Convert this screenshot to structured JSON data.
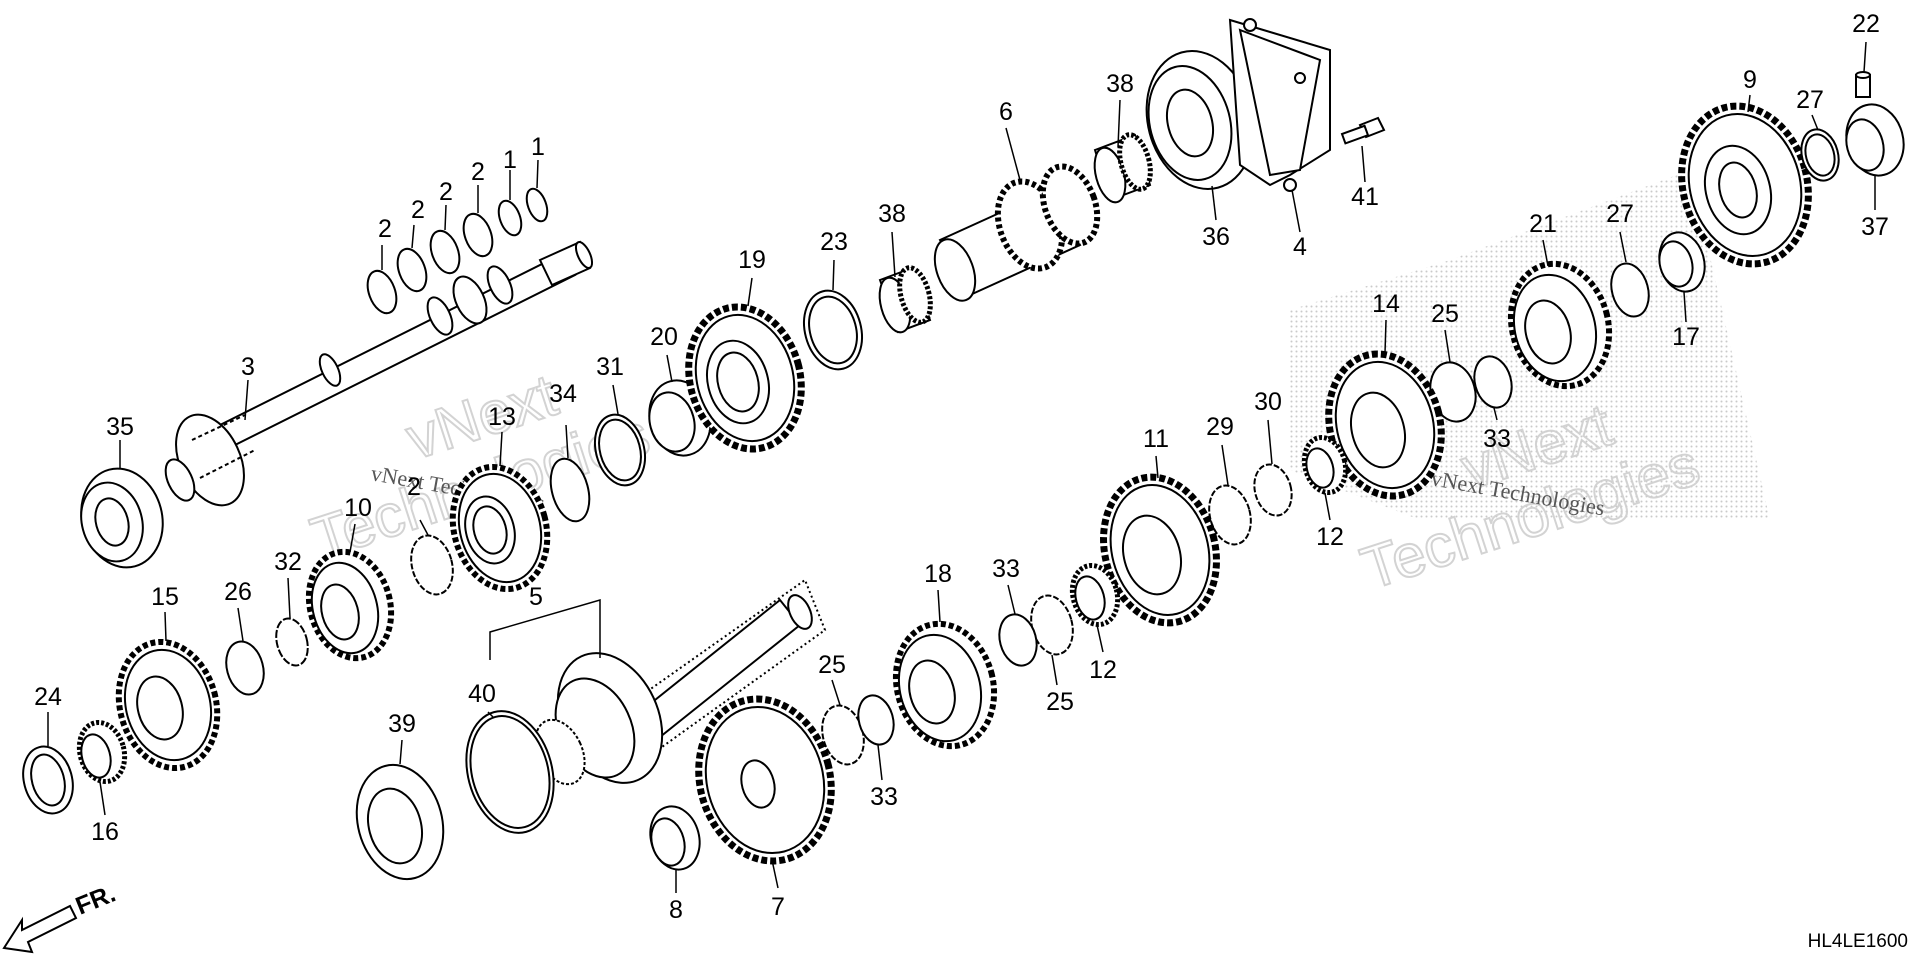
{
  "diagram": {
    "labels": {
      "p1a": "1",
      "p1b": "1",
      "p2a": "2",
      "p2b": "2",
      "p2c": "2",
      "p2d": "2",
      "p2e": "2",
      "p3": "3",
      "p4": "4",
      "p5": "5",
      "p6": "6",
      "p7": "7",
      "p8": "8",
      "p9": "9",
      "p10": "10",
      "p11": "11",
      "p12a": "12",
      "p12b": "12",
      "p13": "13",
      "p14": "14",
      "p15": "15",
      "p16": "16",
      "p17": "17",
      "p18": "18",
      "p19": "19",
      "p20": "20",
      "p21": "21",
      "p22": "22",
      "p23": "23",
      "p24": "24",
      "p25a": "25",
      "p25b": "25",
      "p25c": "25",
      "p26": "26",
      "p27a": "27",
      "p27b": "27",
      "p29": "29",
      "p30": "30",
      "p31": "31",
      "p32": "32",
      "p33a": "33",
      "p33b": "33",
      "p33c": "33",
      "p34": "34",
      "p35": "35",
      "p36": "36",
      "p37": "37",
      "p38a": "38",
      "p38b": "38",
      "p39": "39",
      "p40": "40",
      "p41": "41"
    },
    "front_indicator": "FR.",
    "diagram_code": "HL4LE1600",
    "watermark": {
      "line1": "vNext",
      "line2": "Technologies",
      "small": "vNext Technologies"
    }
  },
  "colors": {
    "ink": "#000000",
    "watermark": "#cfcfcf",
    "halftone": "#bdbdbd"
  }
}
